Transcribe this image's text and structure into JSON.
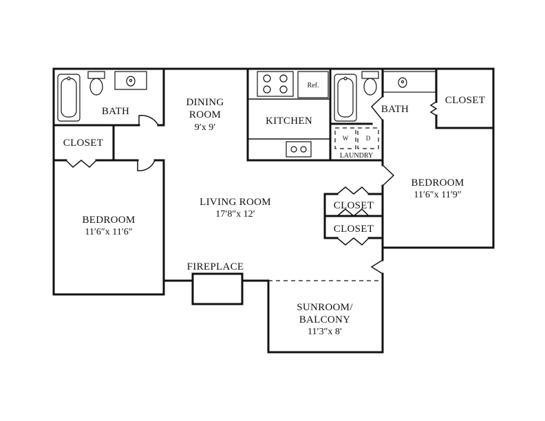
{
  "rooms": {
    "bath_left": "BATH",
    "dining_name": "DINING",
    "dining_name2": "ROOM",
    "dining_dim": "9′x 9′",
    "kitchen": "KITCHEN",
    "fridge": "Ref.",
    "bath_right": "BATH",
    "closet_top_right": "CLOSET",
    "closet_left": "CLOSET",
    "washer": "W",
    "dryer": "D",
    "laundry": "LAUNDRY",
    "bedroom_right": "BEDROOM",
    "bedroom_right_dim": "11′6″x 11′9″",
    "bedroom_left": "BEDROOM",
    "bedroom_left_dim": "11′6″x 11′6″",
    "living": "LIVING ROOM",
    "living_dim": "17′8″x 12′",
    "closet_mid1": "CLOSET",
    "closet_mid2": "CLOSET",
    "fireplace": "FIREPLACE",
    "sunroom1": "SUNROOM/",
    "sunroom2": "BALCONY",
    "sunroom_dim": "11′3″x 8′"
  }
}
